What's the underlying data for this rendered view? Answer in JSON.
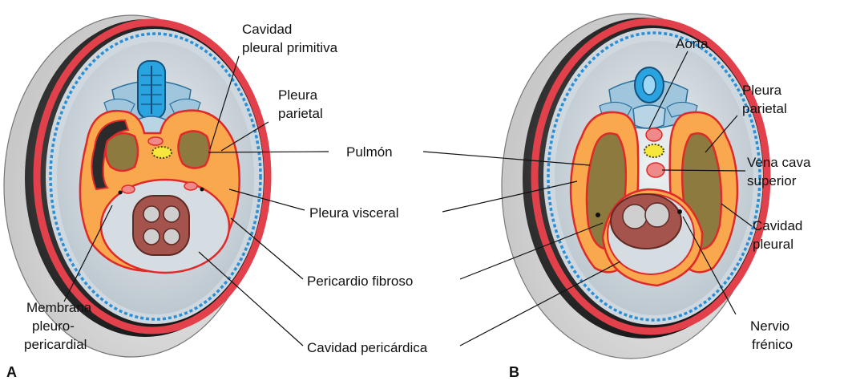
{
  "panels": [
    {
      "id": "A",
      "label": "A"
    },
    {
      "id": "B",
      "label": "B"
    }
  ],
  "labels": {
    "cavidad_pleural_primitiva": [
      "Cavidad",
      "pleural primitiva"
    ],
    "pleura_parietal_a": [
      "Pleura",
      "parietal"
    ],
    "pulmon": "Pulmón",
    "pleura_visceral": "Pleura visceral",
    "pericardio_fibroso": "Pericardio fibroso",
    "membrana_pleuropericardial": [
      "Membrana",
      "pleuro-",
      "pericardial"
    ],
    "cavidad_pericardica": "Cavidad pericárdica",
    "aorta": "Aorta",
    "pleura_parietal_b": [
      "Pleura",
      "parietal"
    ],
    "vena_cava_superior": [
      "Vena cava",
      "superior"
    ],
    "cavidad_pleural": [
      "Cavidad",
      "pleural"
    ],
    "nervio_frenico": [
      "Nervio",
      "frénico"
    ]
  },
  "colors": {
    "body_wall_outer": "#e0e0e0",
    "body_wall_dark": "#1e1e1e",
    "skin_red": "#e2404a",
    "serosa_blue": "#2a8fd6",
    "cavity_gray": "#cdd6dc",
    "mesenchyme_orange": "#f9a84d",
    "membrane_red": "#e02a2a",
    "lung_olive": "#8c7a3e",
    "heart_brown": "#a4544c",
    "vertebra_blue": "#2aa4e0",
    "vessel_pink": "#f08a8a",
    "esophagus_yellow": "#f6e73c"
  }
}
